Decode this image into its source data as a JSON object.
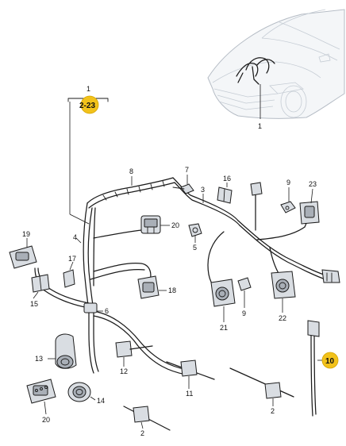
{
  "labels": {
    "callout_top": "1",
    "callout_ref": "2-23",
    "car_1": "1",
    "n8": "8",
    "n7": "7",
    "n3": "3",
    "n16": "16",
    "n9a": "9",
    "n23": "23",
    "n20a": "20",
    "n5": "5",
    "n19": "19",
    "n4": "4",
    "n17": "17",
    "n18": "18",
    "n15": "15",
    "n6": "6",
    "n21": "21",
    "n9b": "9",
    "n22": "22",
    "n10": "10",
    "n13": "13",
    "n12": "12",
    "n11": "11",
    "n2a": "2",
    "n14": "14",
    "n20b": "20",
    "n2b": "2"
  },
  "colors": {
    "highlight": "#f2c21b",
    "ink": "#1b1b1b",
    "part_fill": "#d9dde2",
    "car_fill": "#f4f6f8"
  }
}
